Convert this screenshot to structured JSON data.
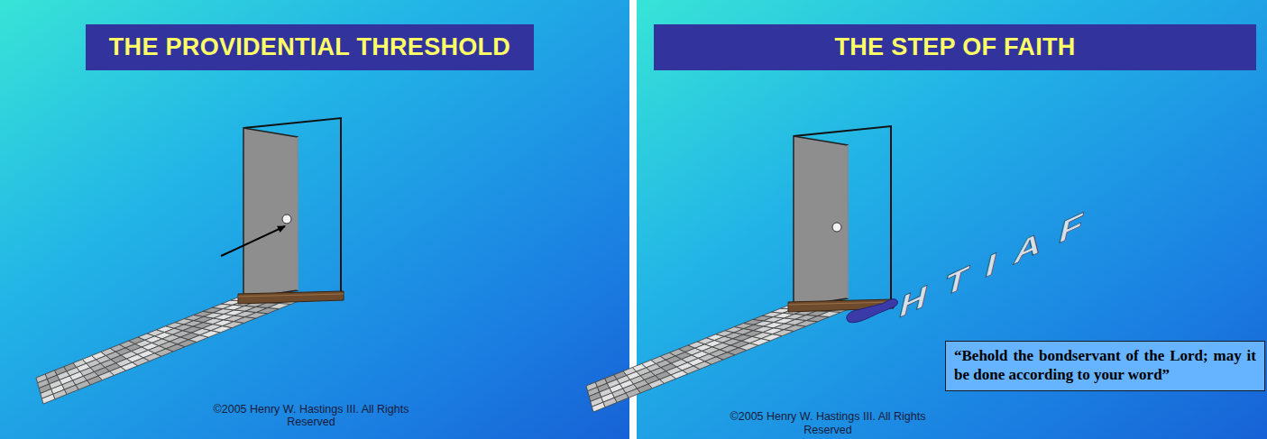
{
  "diagram": {
    "nodes": [
      {
        "text": [
          "THE PROVIDENTIAL THRESHOLD"
        ]
      },
      {
        "text": [
          "THE STEP OF FAITH"
        ]
      },
      {
        "text": [
          "“Behold the bondservant of the Lord; may it be done according to your word”"
        ]
      }
    ],
    "labels": [
      "©2005 Henry W. Hastings III. All Rights Reserved",
      "©2005 Henry W. Hastings III. All Rights Reserved",
      "HTIAF"
    ]
  }
}
